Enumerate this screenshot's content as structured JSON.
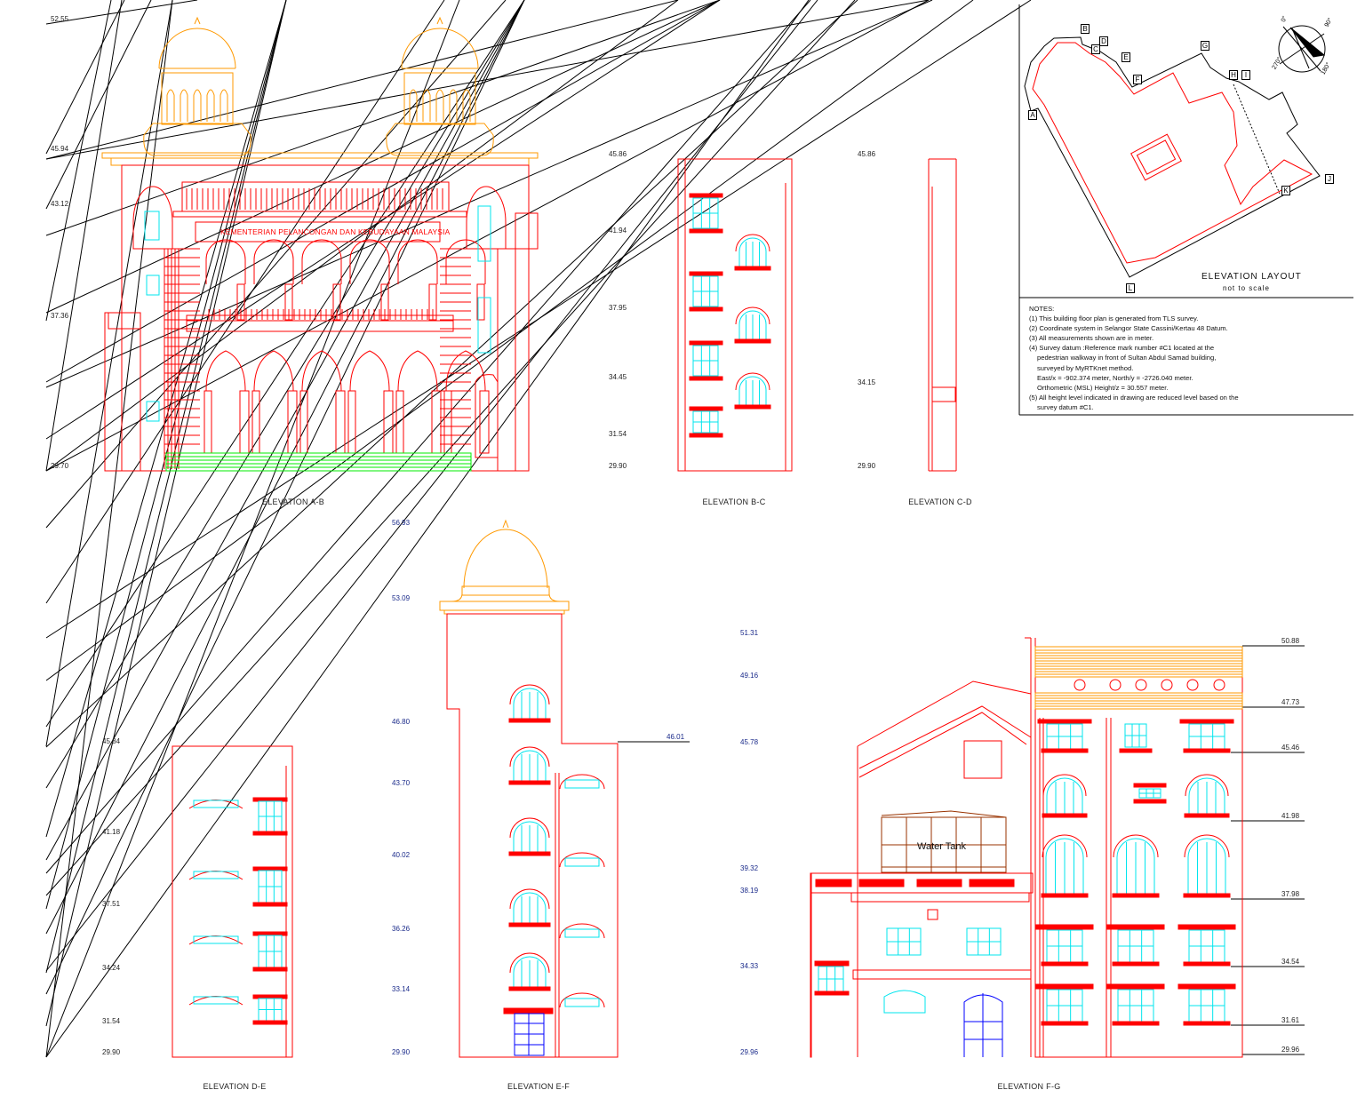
{
  "elevations": {
    "ab": {
      "title": "ELEVATION A-B",
      "levels": [
        "52.55",
        "45.94",
        "43.12",
        "37.36",
        "29.70"
      ],
      "signage": "KEMENTERIAN PELANCONGAN DAN KEBUDAYAAN MALAYSIA"
    },
    "bc": {
      "title": "ELEVATION B-C",
      "levels": [
        "45.86",
        "41.94",
        "37.95",
        "34.45",
        "31.54",
        "29.90"
      ]
    },
    "cd": {
      "title": "ELEVATION C-D",
      "levels": [
        "45.86",
        "34.15",
        "29.90"
      ]
    },
    "de": {
      "title": "ELEVATION D-E",
      "levels": [
        "45.84",
        "41.18",
        "37.51",
        "34.24",
        "31.54",
        "29.90"
      ]
    },
    "ef": {
      "title": "ELEVATION E-F",
      "levels": [
        "56.93",
        "53.09",
        "46.80",
        "43.70",
        "40.02",
        "36.26",
        "33.14",
        "29.90"
      ],
      "right_level": "46.01"
    },
    "fg": {
      "title": "ELEVATION F-G",
      "levels_left": [
        "51.31",
        "49.16",
        "45.78",
        "39.32",
        "38.19",
        "34.33",
        "29.96"
      ],
      "levels_right": [
        "50.88",
        "47.73",
        "45.46",
        "41.98",
        "37.98",
        "34.54",
        "31.61",
        "29.96"
      ],
      "water_tank": "Water Tank"
    }
  },
  "layout": {
    "title": "ELEVATION LAYOUT",
    "subtitle": "not to scale",
    "markers": [
      "A",
      "B",
      "C",
      "D",
      "E",
      "F",
      "G",
      "H",
      "I",
      "J",
      "K",
      "L"
    ],
    "compass": [
      "0°",
      "90°",
      "270°",
      "180°"
    ]
  },
  "notes": {
    "heading": "NOTES:",
    "lines": [
      "(1) This building floor plan is generated from TLS survey.",
      "(2) Coordinate system in Selangor State Cassini/Kertau 48 Datum.",
      "(3) All measurements shown are in meter.",
      "(4) Survey datum :Reference mark number #C1 located at the",
      "pedestrian walkway in front of Sultan Abdul Samad building,",
      "surveyed by MyRTKnet method.",
      "East/x = -902.374 meter, North/y = -2726.040 meter.",
      "Orthometric (MSL) Height/z = 30.557 meter.",
      "(5) All height level indicated in drawing are reduced level based on the",
      "survey datum #C1."
    ]
  },
  "colors": {
    "wall": "#ff0000",
    "dome": "#ff9900",
    "window": "#00e5ee",
    "door": "#0000ff",
    "steps": "#00ee00",
    "tank": "#993300"
  }
}
